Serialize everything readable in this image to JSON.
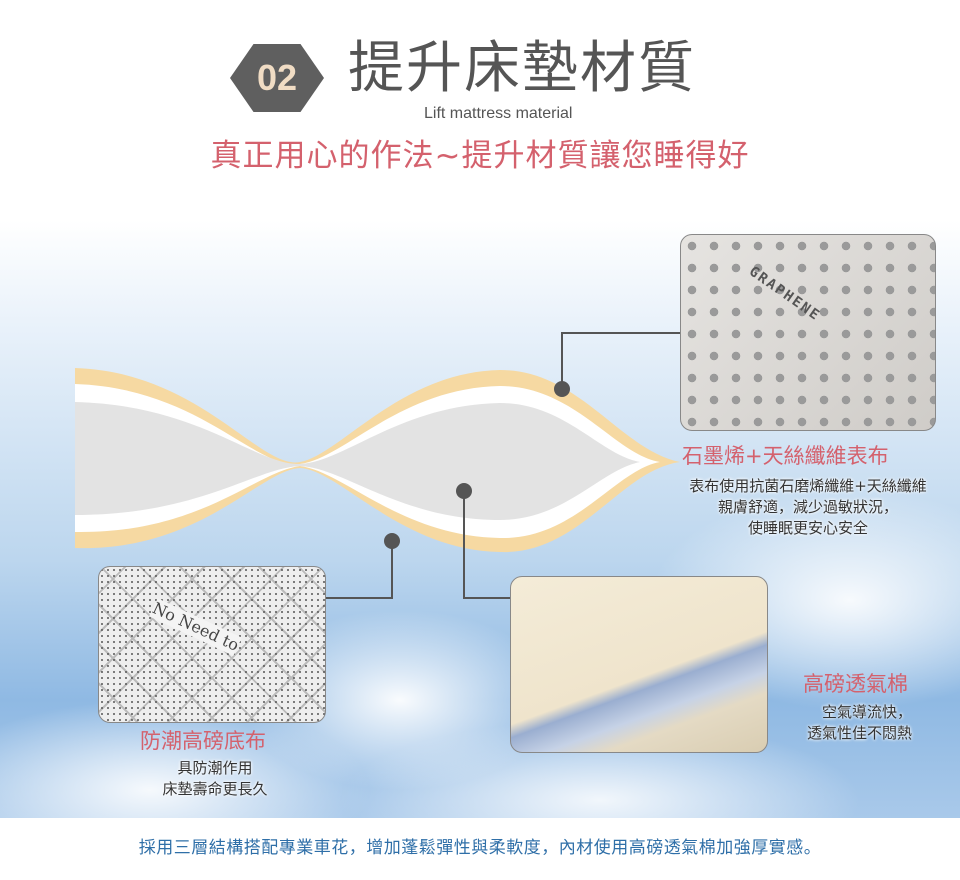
{
  "header": {
    "badge": "02",
    "title": "提升床墊材質",
    "subtitle": "Lift mattress material",
    "tagline": "真正用心的作法~提升材質讓您睡得好"
  },
  "features": [
    {
      "title": "石墨烯+天絲纖維表布",
      "lines": [
        "表布使用抗菌石磨烯纖維+天絲纖維",
        "親膚舒適，減少過敏狀況，",
        "使睡眠更安心安全"
      ],
      "photo_text": "GRAPHENE"
    },
    {
      "title": "高磅透氣棉",
      "lines": [
        "空氣導流快，",
        "透氣性佳不悶熱"
      ]
    },
    {
      "title": "防潮高磅底布",
      "lines": [
        "具防潮作用",
        "床墊壽命更長久"
      ],
      "photo_text": "No Need to"
    }
  ],
  "footer": {
    "text": "採用三層結構搭配專業車花，增加蓬鬆彈性與柔軟度，內材使用高磅透氣棉加強厚實感。"
  },
  "colors": {
    "accent": "#d4616d",
    "footer_text": "#2f6fa8",
    "badge_bg": "#5f5f5f"
  }
}
